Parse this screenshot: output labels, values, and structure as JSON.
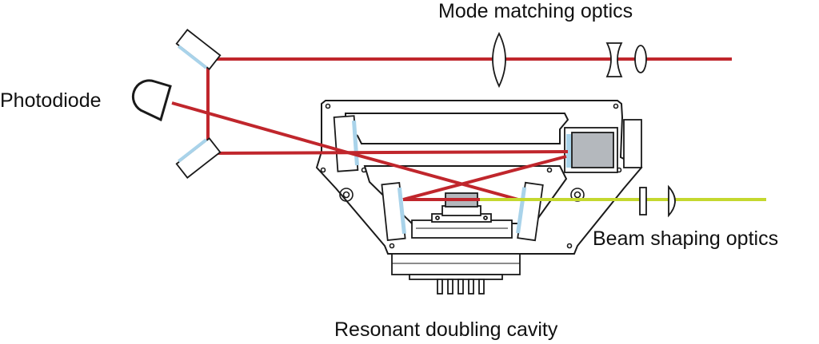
{
  "labels": {
    "mode_matching": "Mode matching optics",
    "photodiode": "Photodiode",
    "beam_shaping": "Beam shaping optics",
    "resonant_cavity": "Resonant doubling cavity"
  },
  "colors": {
    "red_beam": "#c0262c",
    "green_beam": "#c4d82e",
    "outline": "#1a1a1a",
    "coating": "#a9d3ea",
    "crystal": "#b4b8bd"
  }
}
